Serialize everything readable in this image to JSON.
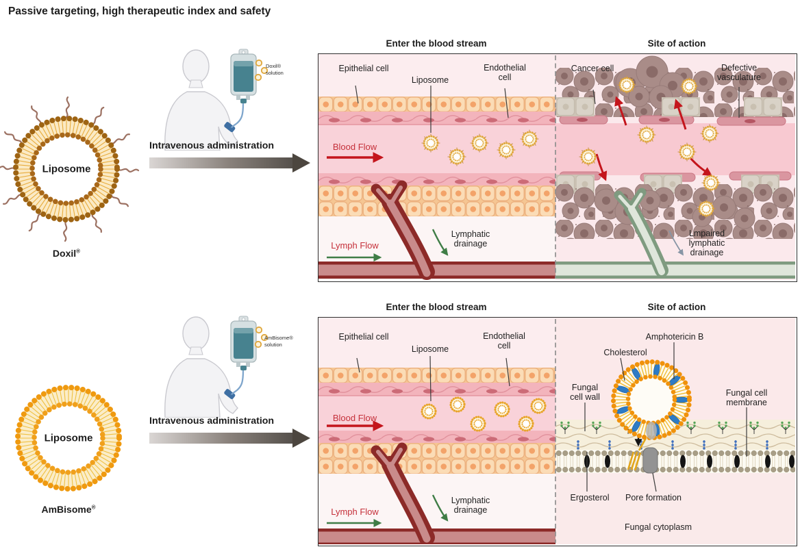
{
  "title": "Passive targeting, high therapeutic index and safety",
  "doxil": {
    "drug_name": "Doxil",
    "trademark": "®",
    "liposome_center_label": "Liposome",
    "solution_label": "Doxil® solution",
    "admin_label": "Intravenous administration",
    "enter_header": "Enter the blood stream",
    "site_header": "Site of action",
    "labels": {
      "epithelial_cell": "Epithelial cell",
      "liposome": "Liposome",
      "endothelial_cell": "Endothelial cell",
      "blood_flow": "Blood Flow",
      "lymph_flow": "Lymph Flow",
      "lymphatic_drainage": "Lymphatic drainage",
      "cancer_cell": "Cancer cell",
      "defective_vasculature": "Defective vasculature",
      "impaired_lymphatic_drainage": "Lmpaired lymphatic drainage"
    }
  },
  "ambisome": {
    "drug_name": "AmBisome",
    "trademark": "®",
    "liposome_center_label": "Liposome",
    "solution_label": "AmBisome® solution",
    "admin_label": "Intravenous administration",
    "enter_header": "Enter the blood stream",
    "site_header": "Site of action",
    "labels": {
      "epithelial_cell": "Epithelial cell",
      "liposome": "Liposome",
      "endothelial_cell": "Endothelial cell",
      "blood_flow": "Blood Flow",
      "lymph_flow": "Lymph Flow",
      "lymphatic_drainage": "Lymphatic drainage",
      "amphotericin_b": "Amphotericin B",
      "cholesterol": "Cholesterol",
      "fungal_cell_wall": "Fungal cell wall",
      "fungal_cell_membrane": "Fungal cell membrane",
      "ergosterol": "Ergosterol",
      "pore_formation": "Pore formation",
      "fungal_cytoplasm": "Fungal cytoplasm"
    }
  },
  "colors": {
    "blood_flow_red": "#C5303A",
    "flow_arrow_red": "#C4151C",
    "lymph_arrow_green": "#3F7D46",
    "vessel_dark_red": "#8C2A28",
    "impaired_vessel_green": "#7F9B80",
    "doxil_liposome_gold": "#9E6413",
    "ambisome_orange": "#EF9A10",
    "amphotericin_blue": "#2E7BC4",
    "iv_bag_teal": "#47828F"
  }
}
